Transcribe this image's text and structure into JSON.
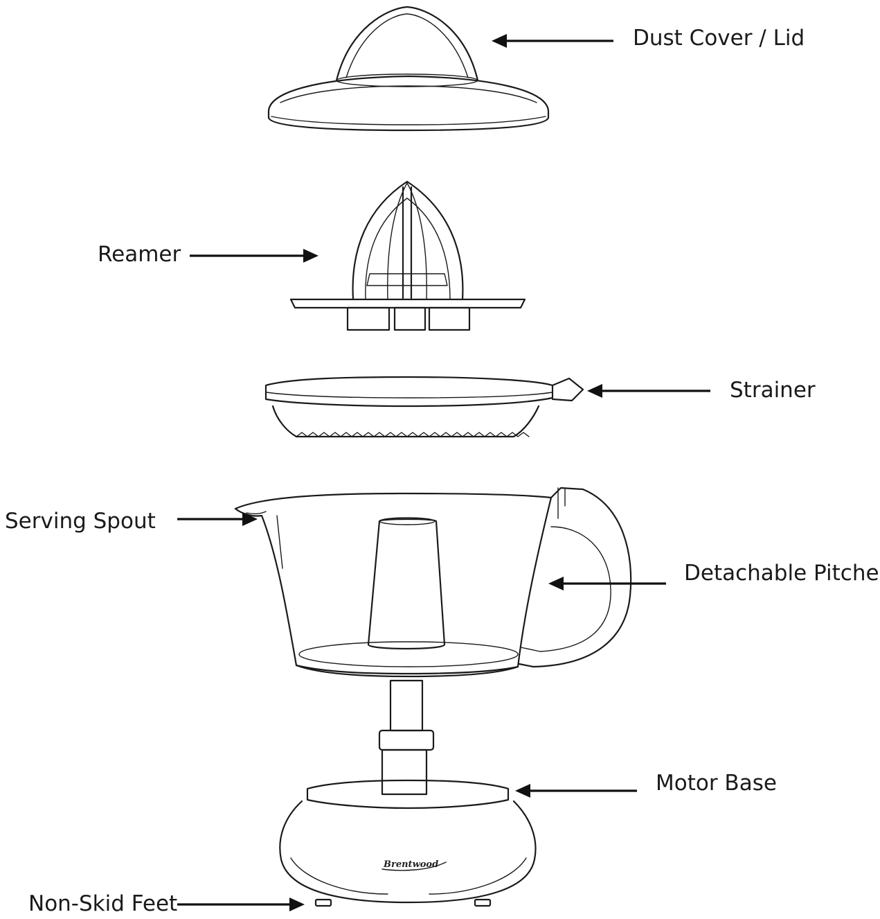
{
  "labels": {
    "lid": "Dust Cover / Lid",
    "reamer": "Reamer",
    "strainer": "Strainer",
    "spout": "Serving Spout",
    "pitcher": "Detachable Pitcher",
    "base": "Motor Base",
    "feet": "Non-Skid Feet"
  },
  "brand": "Brentwood"
}
